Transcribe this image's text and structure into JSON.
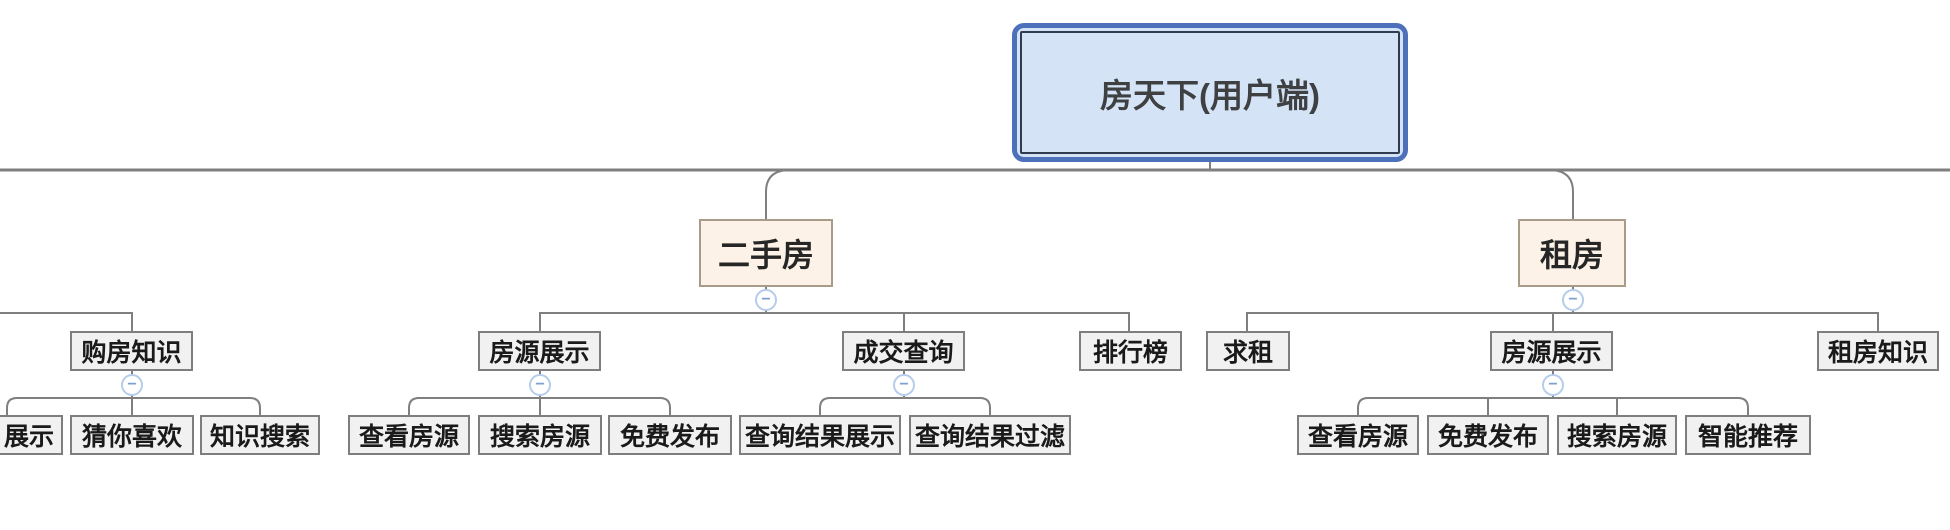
{
  "root": {
    "label": "房天下(用户端)"
  },
  "branches": {
    "left_partial": {
      "knowledge": {
        "label": "购房知识",
        "children": {
          "display_partial": "展示",
          "guess_you_like": "猜你喜欢",
          "knowledge_search": "知识搜索"
        }
      }
    },
    "secondhand": {
      "label": "二手房",
      "children": {
        "listing": {
          "label": "房源展示",
          "children": {
            "view": "查看房源",
            "search": "搜索房源",
            "free_publish": "免费发布"
          }
        },
        "deal_query": {
          "label": "成交查询",
          "children": {
            "result_display": "查询结果展示",
            "result_filter": "查询结果过滤"
          }
        },
        "ranking": {
          "label": "排行榜"
        }
      }
    },
    "rent": {
      "label": "租房",
      "children": {
        "seek_rent": {
          "label": "求租"
        },
        "listing": {
          "label": "房源展示",
          "children": {
            "view": "查看房源",
            "free_publish": "免费发布",
            "search": "搜索房源",
            "smart_recommend": "智能推荐"
          }
        },
        "rent_knowledge": {
          "label": "租房知识"
        }
      }
    }
  },
  "controls": {
    "collapse_symbol": "−"
  },
  "colors": {
    "root_fill": "#d5e3f7",
    "root_outer_border": "#4d70ba",
    "root_inner_border": "#2f3b50",
    "branch_fill": "#fdf2e7",
    "branch_border": "#a89b87",
    "node_fill": "#f1f1f1",
    "node_border": "#7e7e7e",
    "line": "#7f7f7f",
    "collapse_ring": "#b5cdeb",
    "collapse_glyph": "#7f9fce",
    "text": "#1a1a1a",
    "root_text": "#3f4042"
  }
}
